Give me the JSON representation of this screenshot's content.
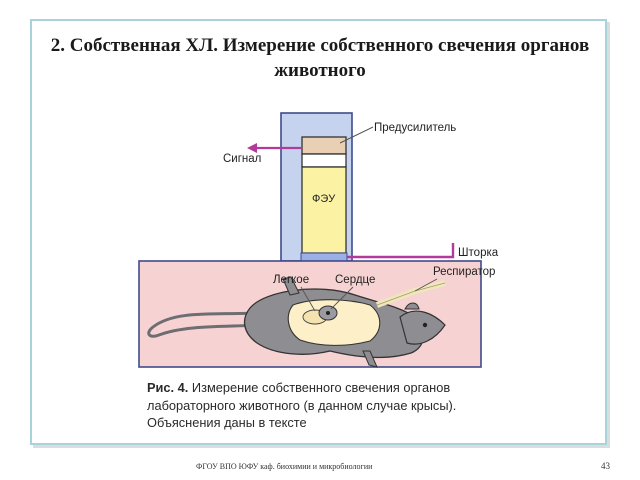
{
  "slide": {
    "title": "2. Собственная ХЛ. Измерение собственного свечения органов животного"
  },
  "diagram": {
    "labels": {
      "preamplifier": "Предусилитель",
      "signal": "Сигнал",
      "pmt": "ФЭУ",
      "shutter": "Шторка",
      "respirator": "Респиратор",
      "lung": "Легкое",
      "heart": "Сердце"
    },
    "caption": {
      "figure_number": "Рис. 4.",
      "text": "Измерение собственного свечения органов лабораторного животного (в данном случае крысы). Объяснения даны в тексте"
    },
    "colors": {
      "housing": "#c5d3ee",
      "pmt": "#fbf2a4",
      "preamplifier": "#e9cfb3",
      "chamber": "#f7d2d2",
      "rat_body": "#8e8e92",
      "organs": "#fdf0c8",
      "signal_arrow": "#b23a9b",
      "shutter": "#b23a9b"
    }
  },
  "footer": {
    "institution": "ФГОУ ВПО ЮФУ  каф. биохимии и микробиологии",
    "page_number": "43"
  }
}
